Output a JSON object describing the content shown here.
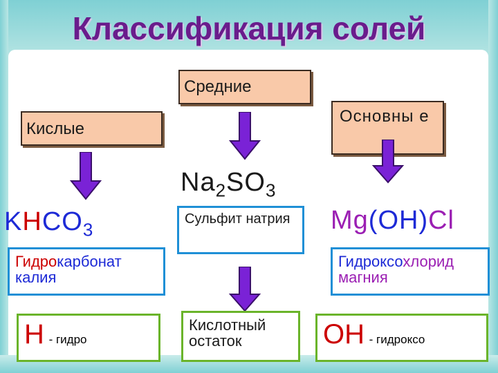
{
  "title": "Классификация солей",
  "categories": {
    "middle": "Средние",
    "acidic": "Кислые",
    "basic": "Основны е"
  },
  "formulas": {
    "middle": {
      "parts": [
        "Na",
        "2",
        "SO",
        "3"
      ]
    },
    "acidic": {
      "parts": [
        "K",
        "H",
        "CO",
        "3"
      ]
    },
    "basic": {
      "parts": [
        "Mg",
        "(OH)",
        "Cl"
      ]
    }
  },
  "names": {
    "middle": "Сульфит натрия",
    "acidic_line1_a": "Гидро",
    "acidic_line1_b": "карбонат",
    "acidic_line2": "калия",
    "basic_line1_a": "Гидроксо",
    "basic_line1_b": "хлорид",
    "basic_line2": "магния"
  },
  "prefixes": {
    "acidic_symbol": "Н",
    "acidic_text": "- гидро",
    "basic_symbol": "ОН",
    "basic_text": "- гидроксо",
    "residue": "Кислотный остаток"
  },
  "colors": {
    "title": "#6a1c8c",
    "red": "#cc0000",
    "blue": "#1d2ad6",
    "magenta": "#9b1fb3",
    "peach": "#f9c9a9",
    "arrow": "#7a22d6"
  }
}
